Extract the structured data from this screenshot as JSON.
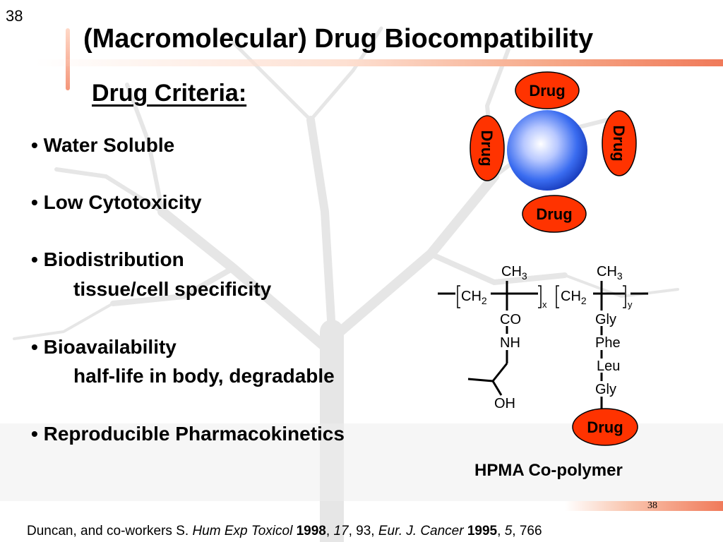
{
  "slide": {
    "number_top": "38",
    "number_bottom": "38",
    "title": "(Macromolecular) Drug Biocompatibility",
    "subtitle": "Drug Criteria:"
  },
  "criteria": {
    "items": [
      {
        "label": "Water Soluble"
      },
      {
        "label": "Low Cytotoxicity"
      },
      {
        "label": "Biodistribution",
        "sub": "tissue/cell specificity"
      },
      {
        "label": "Bioavailability",
        "sub": "half-life in body, degradable"
      },
      {
        "label": "Reproducible Pharmacokinetics"
      }
    ]
  },
  "diagram": {
    "drug_label": "Drug",
    "ch3": "CH",
    "ch2": "CH",
    "sub3": "3",
    "sub2": "2",
    "x": "x",
    "y": "y",
    "co": "CO",
    "nh": "NH",
    "oh": "OH",
    "gly1": "Gly",
    "phe": "Phe",
    "leu": "Leu",
    "gly2": "Gly",
    "caption": "HPMA Co-polymer",
    "colors": {
      "drug_fill": "#ff3300",
      "sphere": "#3a6cf0"
    }
  },
  "citation": {
    "authors": "Duncan, and co-workers  S. ",
    "journal1": "Hum Exp Toxicol",
    "year1": "1998",
    "vol1": "17",
    "pages1": "93,",
    "journal2": "Eur. J. Cancer",
    "year2": "1995",
    "vol2": "5",
    "pages2": "766"
  }
}
